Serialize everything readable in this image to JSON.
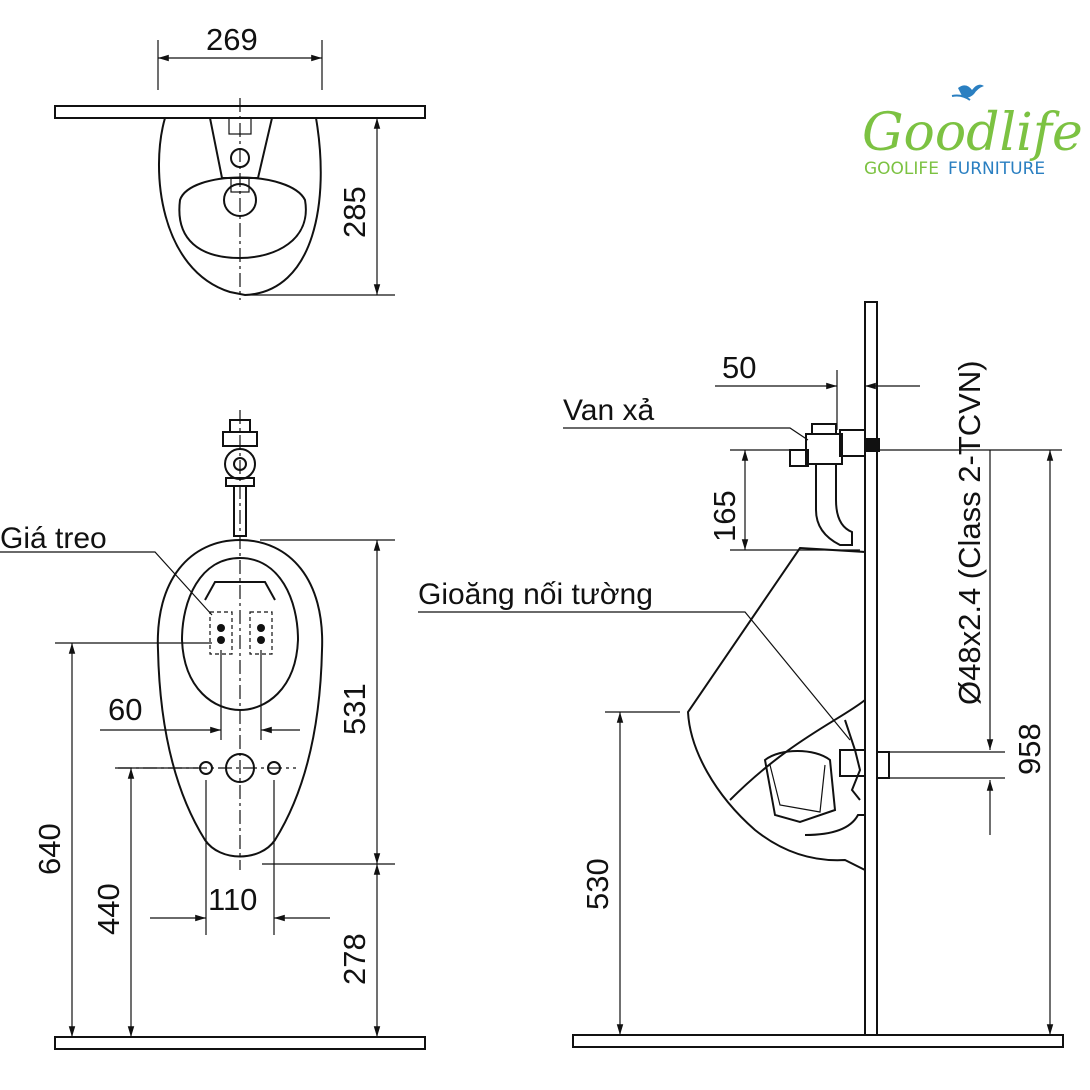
{
  "logo": {
    "wordmark": "Goodlife",
    "tagline_part1": "GOOLIFE",
    "tagline_part2": "FURNITURE",
    "color_green": "#7cc242",
    "color_blue": "#2a7fc1"
  },
  "dimensions": {
    "top_width": "269",
    "top_depth": "285",
    "front_mount_height": "640",
    "front_outlet_height": "440",
    "front_bracket_spacing": "60",
    "front_bowl_height": "531",
    "front_outlet_spacing": "110",
    "front_bottom_clearance": "278",
    "side_valve_offset": "50",
    "side_valve_height": "165",
    "side_rim_height": "530",
    "side_pipe_spec": "Ø48x2.4 (Class 2-TCVN)",
    "side_total_height": "958"
  },
  "labels": {
    "hanger": "Giá treo",
    "flush_valve": "Van xả",
    "wall_gasket": "Gioăng nối tường"
  }
}
